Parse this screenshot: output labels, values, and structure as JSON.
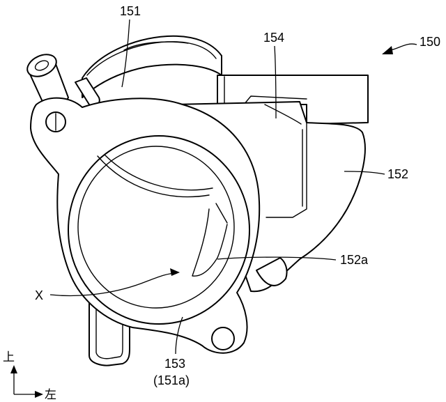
{
  "labels": {
    "assembly": "150",
    "upper_part": "151",
    "lower_part": "152",
    "flange": "153",
    "flange_sub": "(151a)",
    "bracket": "154",
    "inner_wall": "152a",
    "point": "X"
  },
  "axes": {
    "up": "上",
    "left": "左"
  }
}
